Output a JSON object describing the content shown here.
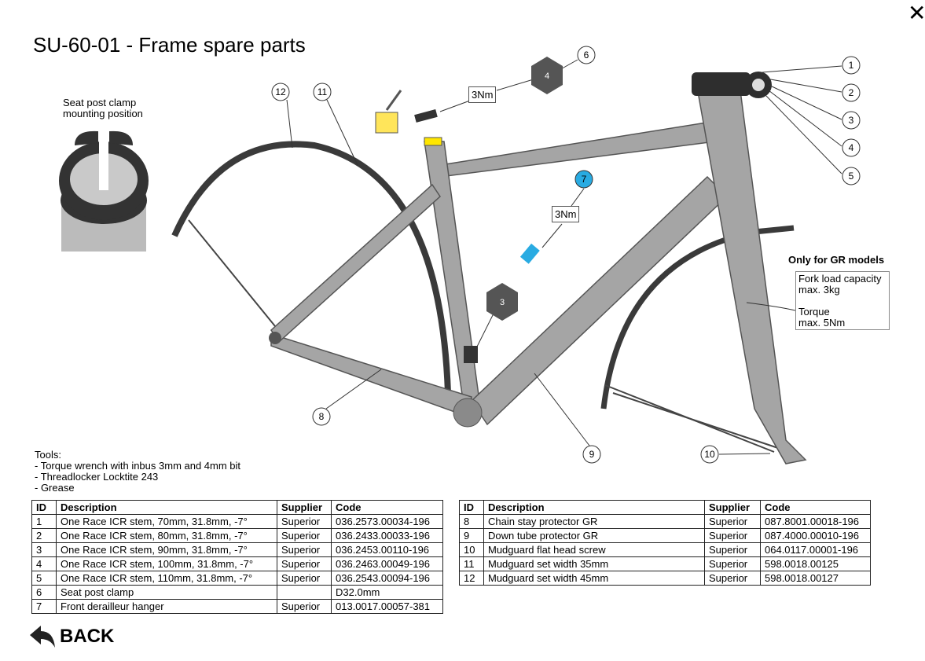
{
  "title": "SU-60-01 - Frame spare parts",
  "clamp_label": [
    "Seat post clamp",
    "mounting position"
  ],
  "callouts": [
    "1",
    "2",
    "3",
    "4",
    "5",
    "6",
    "7",
    "8",
    "9",
    "10",
    "11",
    "12"
  ],
  "hex_labels": {
    "six": "4",
    "seven": "3"
  },
  "torque_labels": [
    "3Nm",
    "3Nm"
  ],
  "gr": {
    "title": "Only for GR models",
    "line1": "Fork load capacity",
    "line2": "max. 3kg",
    "line3": "Torque",
    "line4": "max. 5Nm"
  },
  "tools": [
    "Tools:",
    "- Torque wrench with inbus 3mm and 4mm bit",
    "- Threadlocker Locktite 243",
    "- Grease"
  ],
  "table_headers": [
    "ID",
    "Description",
    "Supplier",
    "Code"
  ],
  "table_left": [
    [
      "1",
      "One Race ICR stem, 70mm, 31.8mm, -7°",
      "Superior",
      "036.2573.00034-196"
    ],
    [
      "2",
      "One Race ICR stem, 80mm, 31.8mm, -7°",
      "Superior",
      "036.2433.00033-196"
    ],
    [
      "3",
      "One Race ICR stem, 90mm, 31.8mm, -7°",
      "Superior",
      "036.2453.00110-196"
    ],
    [
      "4",
      "One Race ICR stem, 100mm, 31.8mm, -7°",
      "Superior",
      "036.2463.00049-196"
    ],
    [
      "5",
      "One Race ICR stem, 110mm, 31.8mm, -7°",
      "Superior",
      "036.2543.00094-196"
    ],
    [
      "6",
      "Seat post clamp",
      "",
      "D32.0mm"
    ],
    [
      "7",
      "Front derailleur hanger",
      "Superior",
      "013.0017.00057-381"
    ]
  ],
  "table_right": [
    [
      "8",
      "Chain stay protector GR",
      "Superior",
      "087.8001.00018-196"
    ],
    [
      "9",
      "Down tube protector GR",
      "Superior",
      "087.4000.00010-196"
    ],
    [
      "10",
      "Mudguard flat head screw",
      "Superior",
      "064.0117.00001-196"
    ],
    [
      "11",
      "Mudguard set width 35mm",
      "Superior",
      "598.0018.00125"
    ],
    [
      "12",
      "Mudguard set width 45mm",
      "Superior",
      "598.0018.00127"
    ]
  ],
  "back_label": "BACK",
  "colors": {
    "highlight": "#29abe2",
    "frame": "#9a9a9a",
    "dark": "#3a3a3a"
  }
}
